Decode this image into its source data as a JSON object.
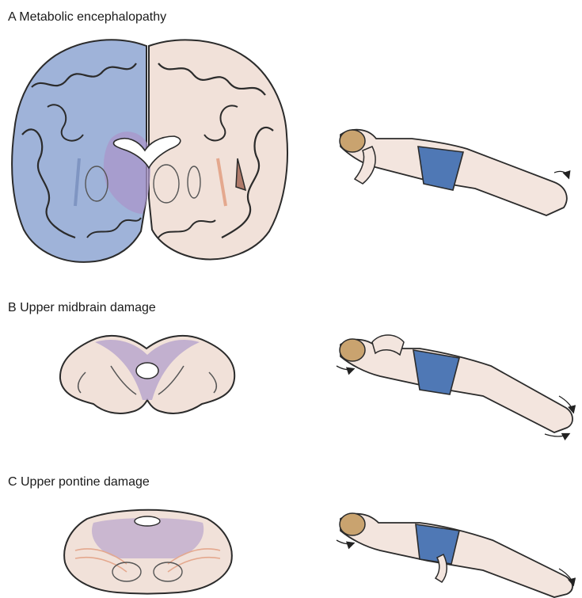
{
  "panels": [
    {
      "letter": "A",
      "title": "A Metabolic encephalopathy"
    },
    {
      "letter": "B",
      "title": "B Upper midbrain damage"
    },
    {
      "letter": "C",
      "title": "C Upper pontine damage"
    }
  ],
  "colors": {
    "tissue": "#f1e1d9",
    "tissue_outline": "#2b2b2b",
    "lesion_blue": "#9fb3d9",
    "lesion_purple": "#a995c9",
    "shorts": "#4f78b5",
    "skin": "#f3e5de",
    "hair": "#c9a36f",
    "fibers": "#e4a88e"
  },
  "icons": [
    "coronal-brain-section",
    "midbrain-cross-section",
    "pons-cross-section",
    "patient-figure",
    "movement-arrow-icon"
  ]
}
